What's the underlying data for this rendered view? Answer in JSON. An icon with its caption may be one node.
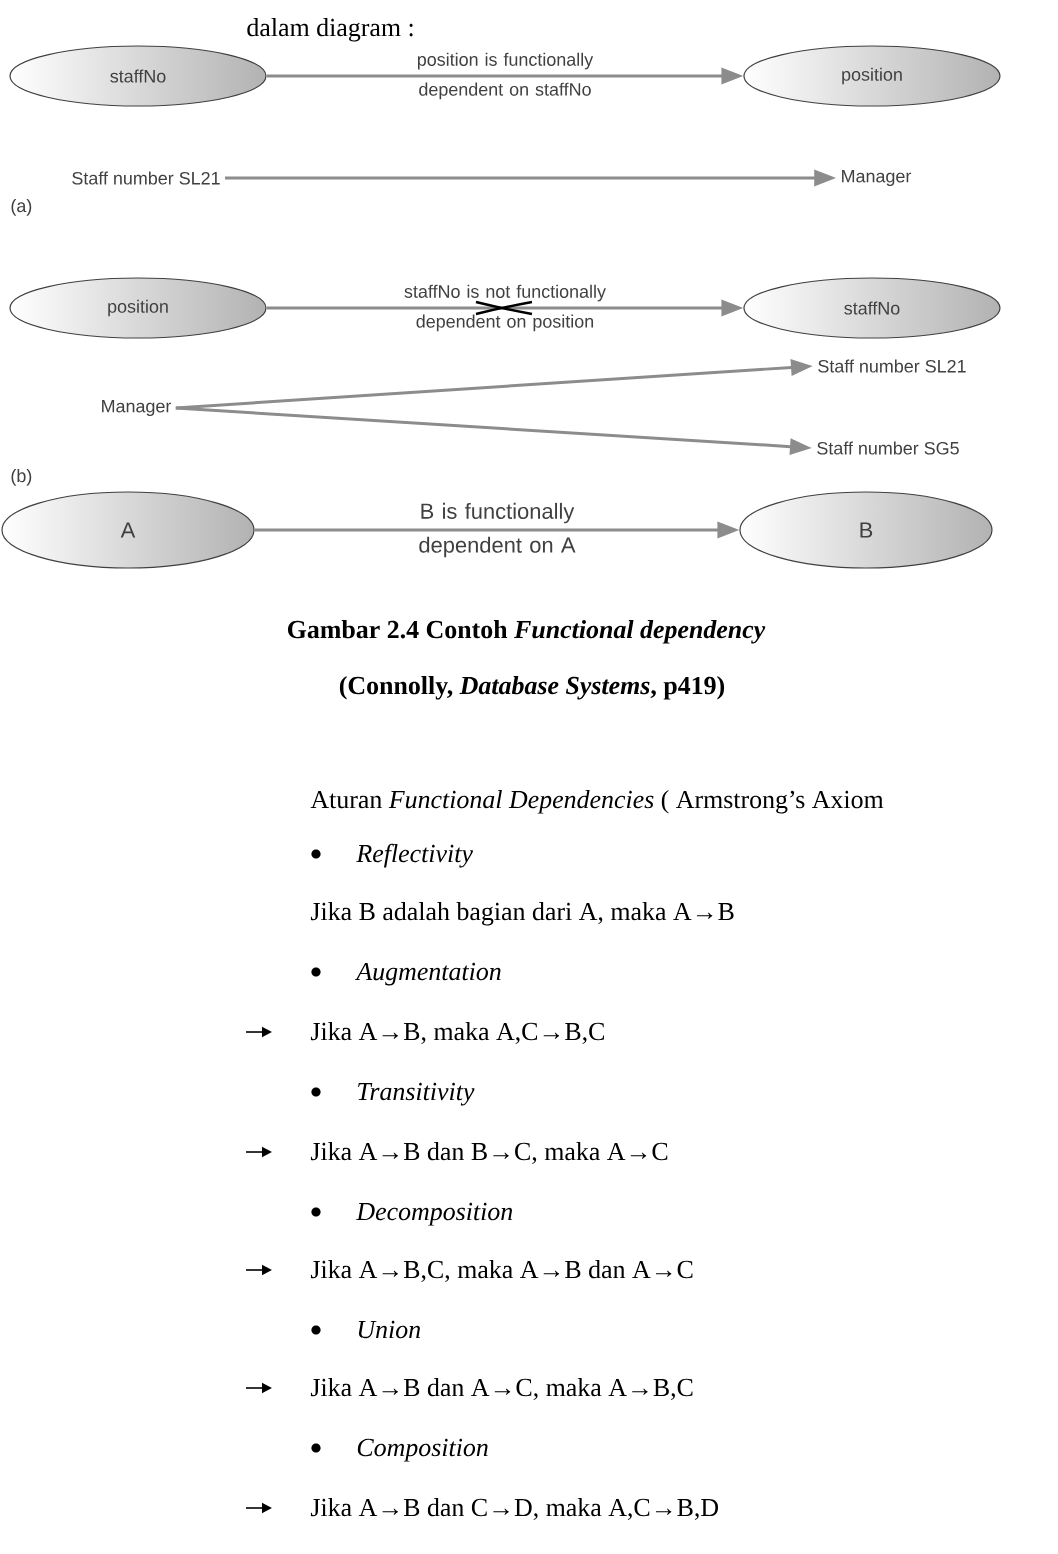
{
  "diagram": {
    "caption": "Gambar 2.4 Contoh *Functional dependency*",
    "nodes": [
      {
        "text": [
          "staffNo"
        ]
      },
      {
        "text": [
          "position"
        ]
      },
      {
        "text": [
          "Staff number SL21"
        ]
      },
      {
        "text": [
          "Manager"
        ]
      },
      {
        "text": [
          "position"
        ]
      },
      {
        "text": [
          "staffNo"
        ]
      },
      {
        "text": [
          "Manager"
        ]
      },
      {
        "text": [
          "Staff number SL21"
        ]
      },
      {
        "text": [
          "Staff number SG5"
        ]
      },
      {
        "text": [
          "A"
        ]
      },
      {
        "text": [
          "B"
        ]
      }
    ],
    "edges": [
      {
        "from": 0,
        "to": 1,
        "arrow": "to",
        "label": "position is functionally dependent on staffNo"
      },
      {
        "from": 2,
        "to": 3,
        "arrow": "to"
      },
      {
        "from": 4,
        "to": 5,
        "arrow": "to",
        "label": "staffNo is not functionally dependent on position"
      },
      {
        "from": 6,
        "to": 7,
        "arrow": "to"
      },
      {
        "from": 6,
        "to": 8,
        "arrow": "to"
      },
      {
        "from": 9,
        "to": 10,
        "arrow": "to",
        "label": "B is functionally dependent on A"
      }
    ],
    "labels": [
      "dalam diagram :",
      "(a)",
      "(b)",
      "(Connolly, *Database Systems*, p419)",
      "Aturan *Functional Dependencies* ( Armstrong’s Axiom",
      "Reflectivity",
      "Jika B adalah bagian dari A, maka A→B",
      "Augmentation",
      "Jika A→B, maka A,C→B,C",
      "Transitivity",
      "Jika A→B dan B→C, maka A→C",
      "Decomposition",
      "Jika A→B,C, maka A→B dan A→C",
      "Union",
      "Jika A→B dan A→C, maka A→B,C",
      "Composition",
      "Jika A→B dan C→D, maka A,C→B,D"
    ]
  }
}
